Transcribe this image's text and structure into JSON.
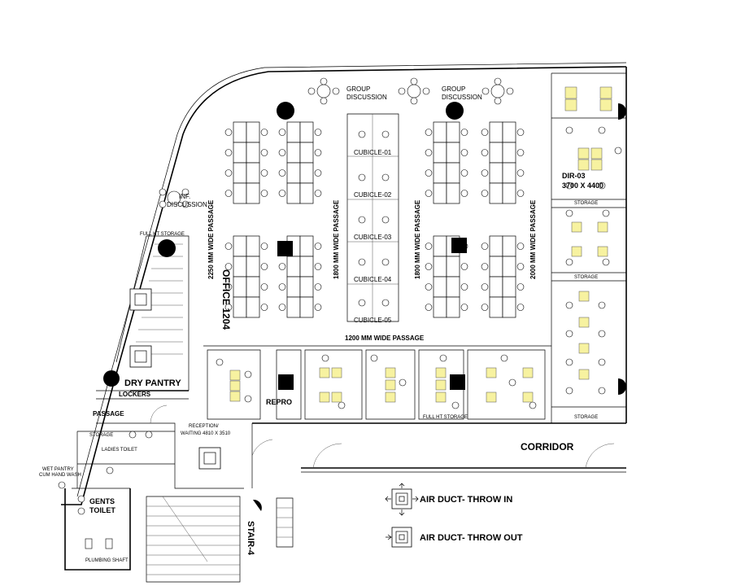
{
  "plan": {
    "title": "OFFICE 1204",
    "legend": {
      "throw_in": "AIR DUCT- THROW IN",
      "throw_out": "AIR DUCT- THROW OUT"
    },
    "labels": {
      "group_discussion_1": [
        "GROUP",
        "DISCUSSION"
      ],
      "group_discussion_2": [
        "GROUP",
        "DISCUSSION"
      ],
      "inf_discussion": [
        "INF.",
        "DISCUSSION"
      ],
      "full_ht_storage_top": "FULL HT STORAGE",
      "passage_2250": "2250 MM WIDE PASSAGE",
      "passage_1800_a": "1800 MM WIDE PASSAGE",
      "passage_1800_b": "1800 MM WIDE PASSAGE",
      "passage_2000": "2000 MM WIDE PASSAGE",
      "passage_1200": "1200 MM WIDE PASSAGE",
      "cubicles": [
        "CUBICLE-01",
        "CUBICLE-02",
        "CUBICLE-03",
        "CUBICLE-04",
        "CUBICLE-05"
      ],
      "dir": [
        "DIR-03",
        "3700 X 4400"
      ],
      "storage": "STORAGE",
      "dry_pantry": "DRY PANTRY",
      "lockers": "LOCKERS",
      "passage": "PASSAGE",
      "repro": "REPRO",
      "full_ht_storage_bottom": "FULL HT STORAGE",
      "reception": [
        "RECEPTION/",
        "WAITING 4810 X 3510"
      ],
      "corridor": "CORRIDOR",
      "ladies_toilet": "LADIES TOILET",
      "wet_pantry": [
        "WET PANTRY",
        "CUM HAND WASH"
      ],
      "gents_toilet": [
        "GENTS",
        "TOILET"
      ],
      "plumbing_shaft": "PLUMBING SHAFT",
      "stair": "STAIR-4"
    },
    "colors": {
      "line": "#000000",
      "highlight": "#f7f2a0",
      "background": "#ffffff"
    }
  }
}
